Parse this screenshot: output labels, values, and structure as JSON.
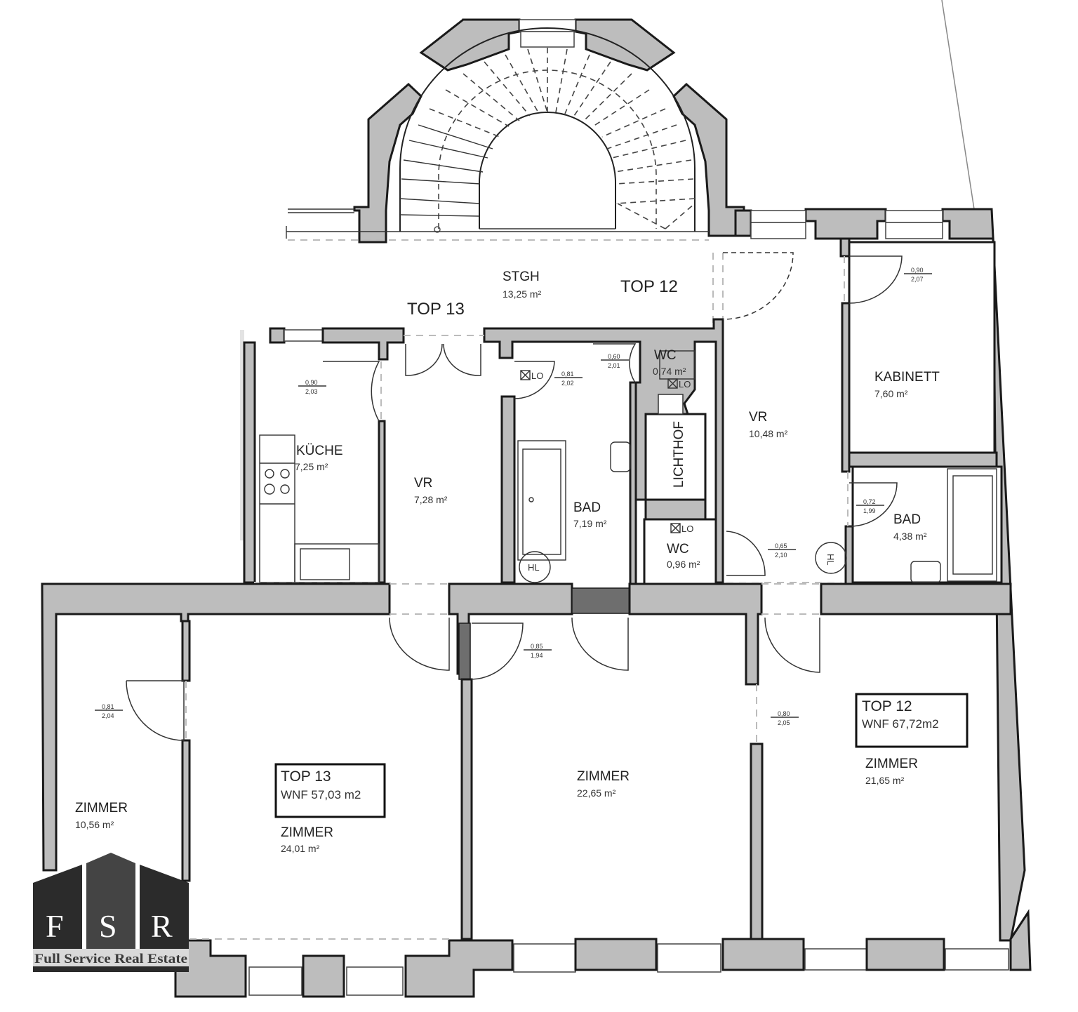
{
  "plan": {
    "circulation": {
      "stairwell": {
        "name": "STGH",
        "area": "13,25 m²"
      },
      "unit_labels": [
        {
          "id": "top13",
          "label": "TOP 13"
        },
        {
          "id": "top12",
          "label": "TOP 12"
        }
      ]
    },
    "units": [
      {
        "id": "top13",
        "box_title": "TOP 13",
        "box_wnf": "WNF 57,03 m2",
        "rooms": [
          {
            "name": "KÜCHE",
            "area": "7,25 m²"
          },
          {
            "name": "VR",
            "area": "7,28 m²"
          },
          {
            "name": "BAD",
            "area": "7,19 m²"
          },
          {
            "name": "WC",
            "area": "0,74 m²"
          },
          {
            "name": "ZIMMER",
            "area": "10,56 m²"
          },
          {
            "name": "ZIMMER",
            "area": "24,01 m²"
          }
        ]
      },
      {
        "id": "top12",
        "box_title": "TOP 12",
        "box_wnf": "WNF 67,72m2",
        "rooms": [
          {
            "name": "VR",
            "area": "10,48 m²"
          },
          {
            "name": "KABINETT",
            "area": "7,60 m²"
          },
          {
            "name": "BAD",
            "area": "4,38 m²"
          },
          {
            "name": "WC",
            "area": "0,96 m²"
          },
          {
            "name": "ZIMMER",
            "area": "22,65 m²"
          },
          {
            "name": "ZIMMER",
            "area": "21,65 m²"
          }
        ]
      }
    ],
    "lightwell": {
      "name": "LICHTHOF"
    },
    "door_dims": [
      {
        "w": "0,90",
        "h": "2,03"
      },
      {
        "w": "0,90",
        "h": "2,07"
      },
      {
        "w": "0,81",
        "h": "2,02"
      },
      {
        "w": "0,60",
        "h": "2,01"
      },
      {
        "w": "0,72",
        "h": "1,99"
      },
      {
        "w": "0,65",
        "h": "2,10"
      },
      {
        "w": "0,81",
        "h": "2,04"
      },
      {
        "w": "0,85",
        "h": "1,94"
      },
      {
        "w": "0,80",
        "h": "2,05"
      }
    ],
    "symbols": {
      "floor_drain": "LO",
      "water_heater": "HL"
    }
  },
  "logo": {
    "letters": [
      "F",
      "S",
      "R"
    ],
    "tagline": "Full Service Real Estate",
    "colors": {
      "dark": "#2b2b2b",
      "mid": "#444444",
      "light_band": "#d9d9d9"
    }
  }
}
